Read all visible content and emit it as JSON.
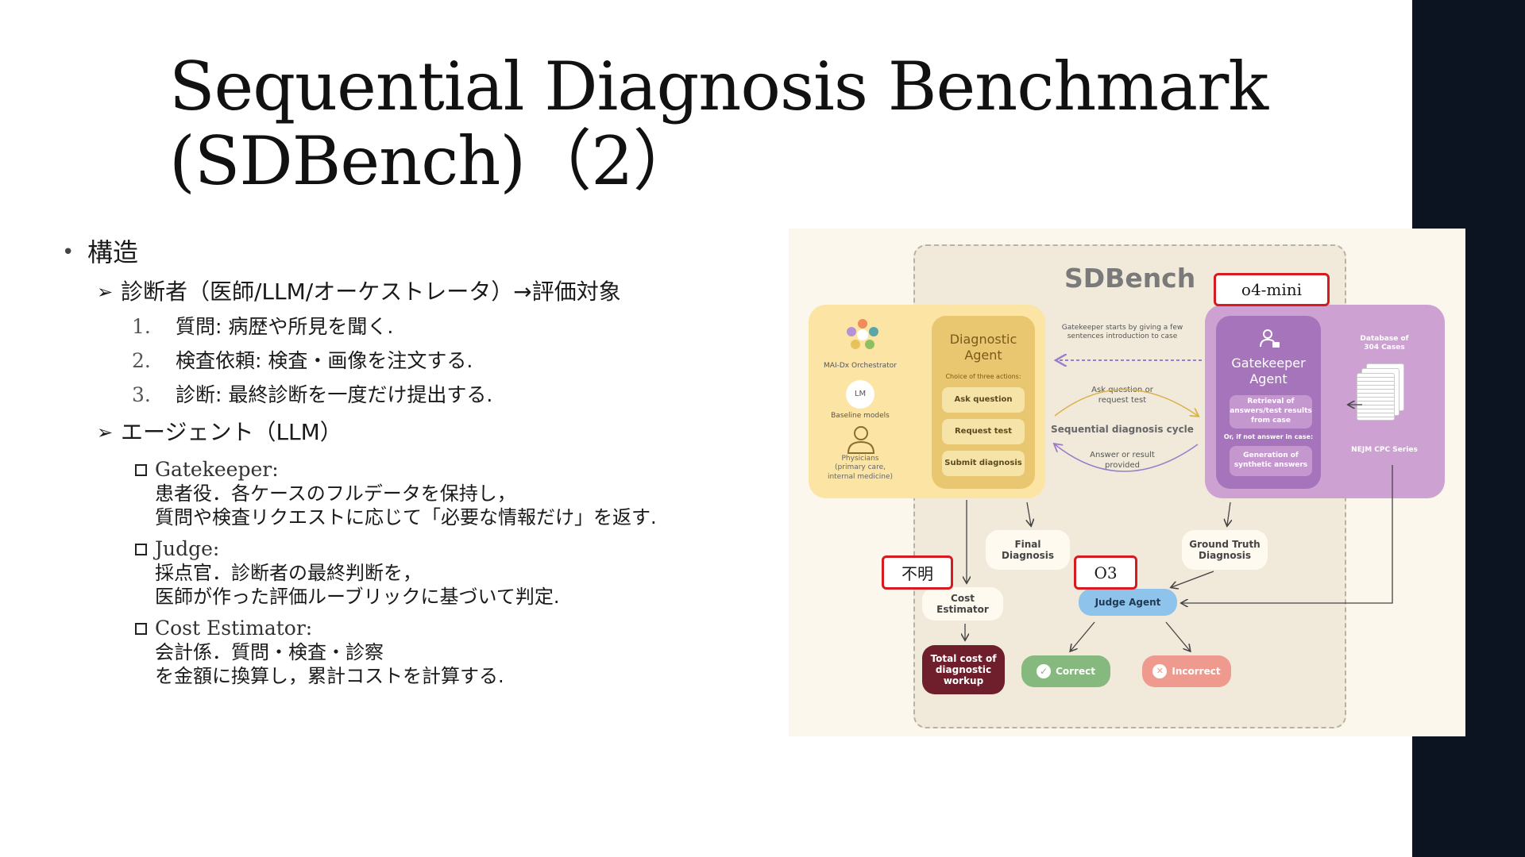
{
  "slide": {
    "title_line1": "Sequential Diagnosis Benchmark",
    "title_line2": "(SDBench)（2）"
  },
  "content": {
    "bullet_dot": "•",
    "structure_heading": "構造",
    "arrow_glyph": "➢",
    "diagnostician_line": "診断者（医師/LLM/オーケストレータ）→評価対象",
    "steps": [
      {
        "n": "1.",
        "text": "質問: 病歴や所見を聞く."
      },
      {
        "n": "2.",
        "text": "検査依頼: 検査・画像を注文する."
      },
      {
        "n": "3.",
        "text": "診断: 最終診断を一度だけ提出する."
      }
    ],
    "agents_line": "エージェント（LLM）",
    "agents": [
      {
        "name": "Gatekeeper:",
        "desc1": "患者役．各ケースのフルデータを保持し，",
        "desc2": "質問や検査リクエストに応じて「必要な情報だけ」を返す."
      },
      {
        "name": "Judge:",
        "desc1": "採点官．診断者の最終判断を，",
        "desc2": "医師が作った評価ルーブリックに基づいて判定."
      },
      {
        "name": "Cost Estimator:",
        "desc1": "会計係．質問・検査・診察",
        "desc2": "を金額に換算し，累計コストを計算する."
      }
    ]
  },
  "figure": {
    "sdbench_title": "SDBench",
    "orchestrator_label": "MAI-Dx Orchestrator",
    "lm_badge": "LM",
    "baseline_label": "Baseline models",
    "physicians_label": "Physicians\n(primary care,\ninternal medicine)",
    "diag_agent_title": "Diagnostic\nAgent",
    "diag_agent_sub": "Choice of three actions:",
    "actions": [
      "Ask question",
      "Request test",
      "Submit diagnosis"
    ],
    "gatekeeper_intro": "Gatekeeper starts by giving a few\nsentences introduction to case",
    "ask_label": "Ask question or\nrequest test",
    "cycle_label": "Sequential diagnosis cycle",
    "answer_label": "Answer or result\nprovided",
    "gatekeeper_title": "Gatekeeper\nAgent",
    "retrieval_label": "Retrieval of\nanswers/test results\nfrom case",
    "or_label": "Or, if not answer in case:",
    "generation_label": "Generation of\nsynthetic answers",
    "database_label": "Database of\n304 Cases",
    "nejm_label": "NEJM CPC Series",
    "final_diag": "Final\nDiagnosis",
    "ground_truth": "Ground Truth\nDiagnosis",
    "cost_estimator": "Cost\nEstimator",
    "judge_agent": "Judge Agent",
    "total_cost": "Total cost of\ndiagnostic\nworkup",
    "correct": "Correct",
    "incorrect": "Incorrect",
    "annot_o4": "o4-mini",
    "annot_unknown": "不明",
    "annot_o3": "O3",
    "check_glyph": "✓",
    "cross_glyph": "✕",
    "colors": {
      "yellow": "#fbe4a4",
      "purple": "#cda2d3",
      "red_annotation": "#d61a20",
      "judge": "#8ec3ec",
      "correct": "#86b97e",
      "incorrect": "#ef9a8f",
      "total_cost": "#6e1f2b"
    }
  }
}
